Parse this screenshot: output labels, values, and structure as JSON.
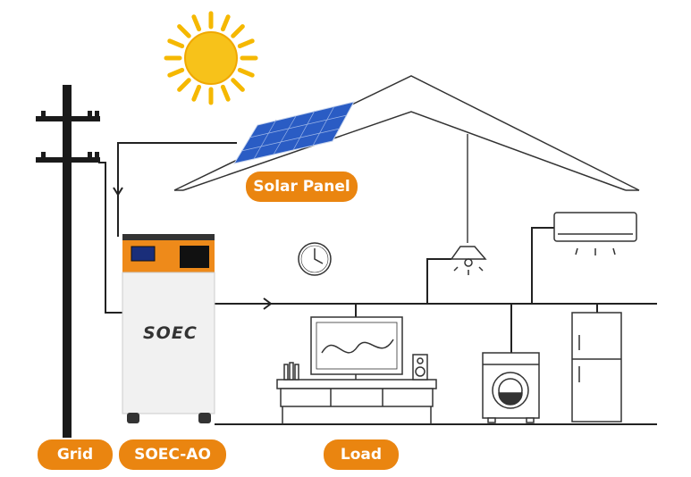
{
  "labels": {
    "solar_panel": "Solar Panel",
    "grid": "Grid",
    "inverter": "SOEC-AO",
    "load": "Load"
  },
  "inverter_brand": "SOEC",
  "colors": {
    "accent": "#ea8510",
    "panel": "#2a5cc4",
    "sun": "#f5b800",
    "line": "#222222"
  }
}
